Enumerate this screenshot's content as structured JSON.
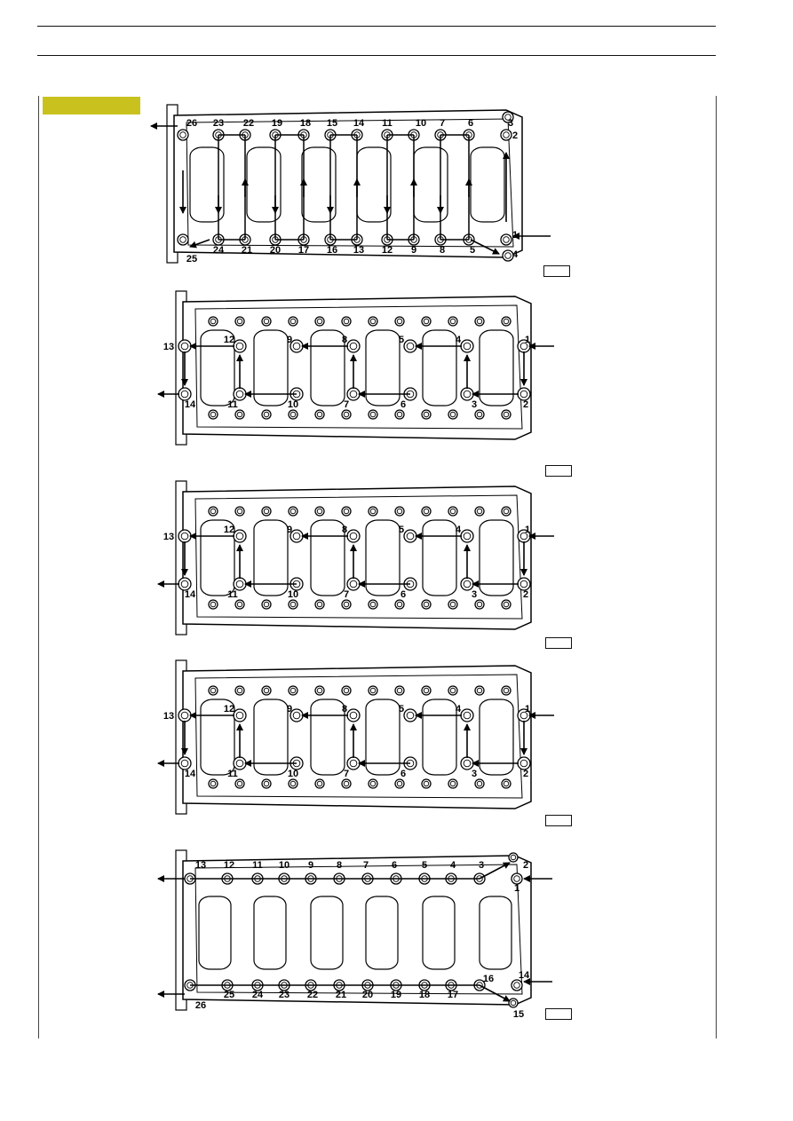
{
  "header": {},
  "section_tag": {
    "color": "#c9c21e"
  },
  "figures": [
    {
      "id": "fig1",
      "top_labels": [
        "26",
        "23",
        "22",
        "19",
        "18",
        "15",
        "14",
        "11",
        "10",
        "7",
        "6",
        "3"
      ],
      "right_labels": [
        "2",
        "1",
        "4"
      ],
      "bottom_labels": [
        "25",
        "24",
        "21",
        "20",
        "17",
        "16",
        "13",
        "12",
        "9",
        "8",
        "5"
      ]
    },
    {
      "id": "fig2",
      "top_labels": [
        "12",
        "9",
        "8",
        "5",
        "4",
        "1"
      ],
      "left_labels": [
        "13",
        "14"
      ],
      "bottom_labels": [
        "11",
        "10",
        "7",
        "6",
        "3",
        "2"
      ]
    },
    {
      "id": "fig3",
      "top_labels": [
        "12",
        "9",
        "8",
        "5",
        "4",
        "1"
      ],
      "left_labels": [
        "13",
        "14"
      ],
      "bottom_labels": [
        "11",
        "10",
        "7",
        "6",
        "3",
        "2"
      ]
    },
    {
      "id": "fig4",
      "top_labels": [
        "12",
        "9",
        "8",
        "5",
        "4",
        "1"
      ],
      "left_labels": [
        "13",
        "14"
      ],
      "bottom_labels": [
        "11",
        "10",
        "7",
        "6",
        "3",
        "2"
      ]
    },
    {
      "id": "fig5",
      "top_labels": [
        "13",
        "12",
        "11",
        "10",
        "9",
        "8",
        "7",
        "6",
        "5",
        "4",
        "3",
        "2"
      ],
      "right_labels": [
        "1",
        "14",
        "16",
        "15"
      ],
      "bottom_labels": [
        "26",
        "25",
        "24",
        "23",
        "22",
        "21",
        "20",
        "19",
        "18",
        "17"
      ]
    }
  ]
}
